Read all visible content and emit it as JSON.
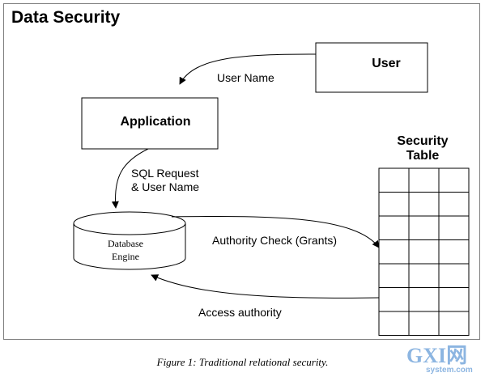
{
  "title": "Data Security",
  "nodes": {
    "user": "User",
    "application": "Application",
    "security_table": [
      "Security",
      "Table"
    ],
    "database_engine": [
      "Database",
      "Engine"
    ]
  },
  "edges": {
    "user_name": "User Name",
    "sql_request": [
      "SQL Request",
      "& User Name"
    ],
    "authority_check": "Authority Check (Grants)",
    "access_authority": "Access authority"
  },
  "security_table_grid": {
    "rows": 7,
    "columns": 3
  },
  "caption": "Figure 1: Traditional relational security.",
  "watermark": {
    "brand": "GXI网",
    "domain": "system.com"
  },
  "colors": {
    "line": "#000000",
    "frame": "#7f7f7f",
    "watermark_blue": "#2f79c9"
  }
}
